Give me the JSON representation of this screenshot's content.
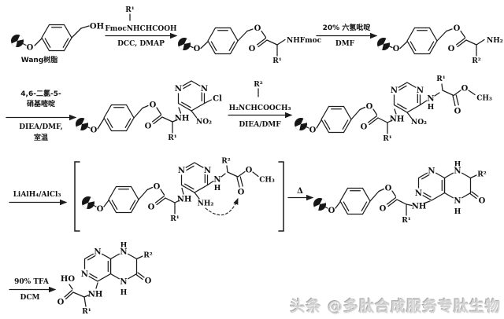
{
  "scheme": {
    "resin_label": "Wang树脂",
    "atoms": {
      "O": "O",
      "OH": "OH",
      "HO": "HO",
      "N": "N",
      "H": "H",
      "NH": "NH",
      "NH2": "NH₂",
      "NHFmoc": "NHFmoc",
      "NO2": "NO₂",
      "Cl": "Cl",
      "CH3": "CH₃",
      "R1": "R¹",
      "R2": "R²"
    },
    "steps": [
      {
        "r_group": "R¹",
        "reagent": "FmocNHCHCOOH",
        "conditions": "DCC, DMAP"
      },
      {
        "reagent": "20% 六氢吡啶",
        "conditions": "DMF"
      },
      {
        "reagent_line1": "4,6-二氯-5-",
        "reagent_line2": "硝基嘧啶",
        "conditions_line1": "DIEA/DMF,",
        "conditions_line2": "室温"
      },
      {
        "r_group": "R²",
        "reagent": "H₂NCHCOOCH₃",
        "conditions": "DIEA/DMF"
      },
      {
        "reagent": "LiAlH₄/AlCl₃"
      },
      {
        "reagent": "Δ"
      },
      {
        "reagent": "90% TFA",
        "conditions": "DCM"
      }
    ]
  },
  "watermark": "头条 @多肽合成服务专肽生物"
}
